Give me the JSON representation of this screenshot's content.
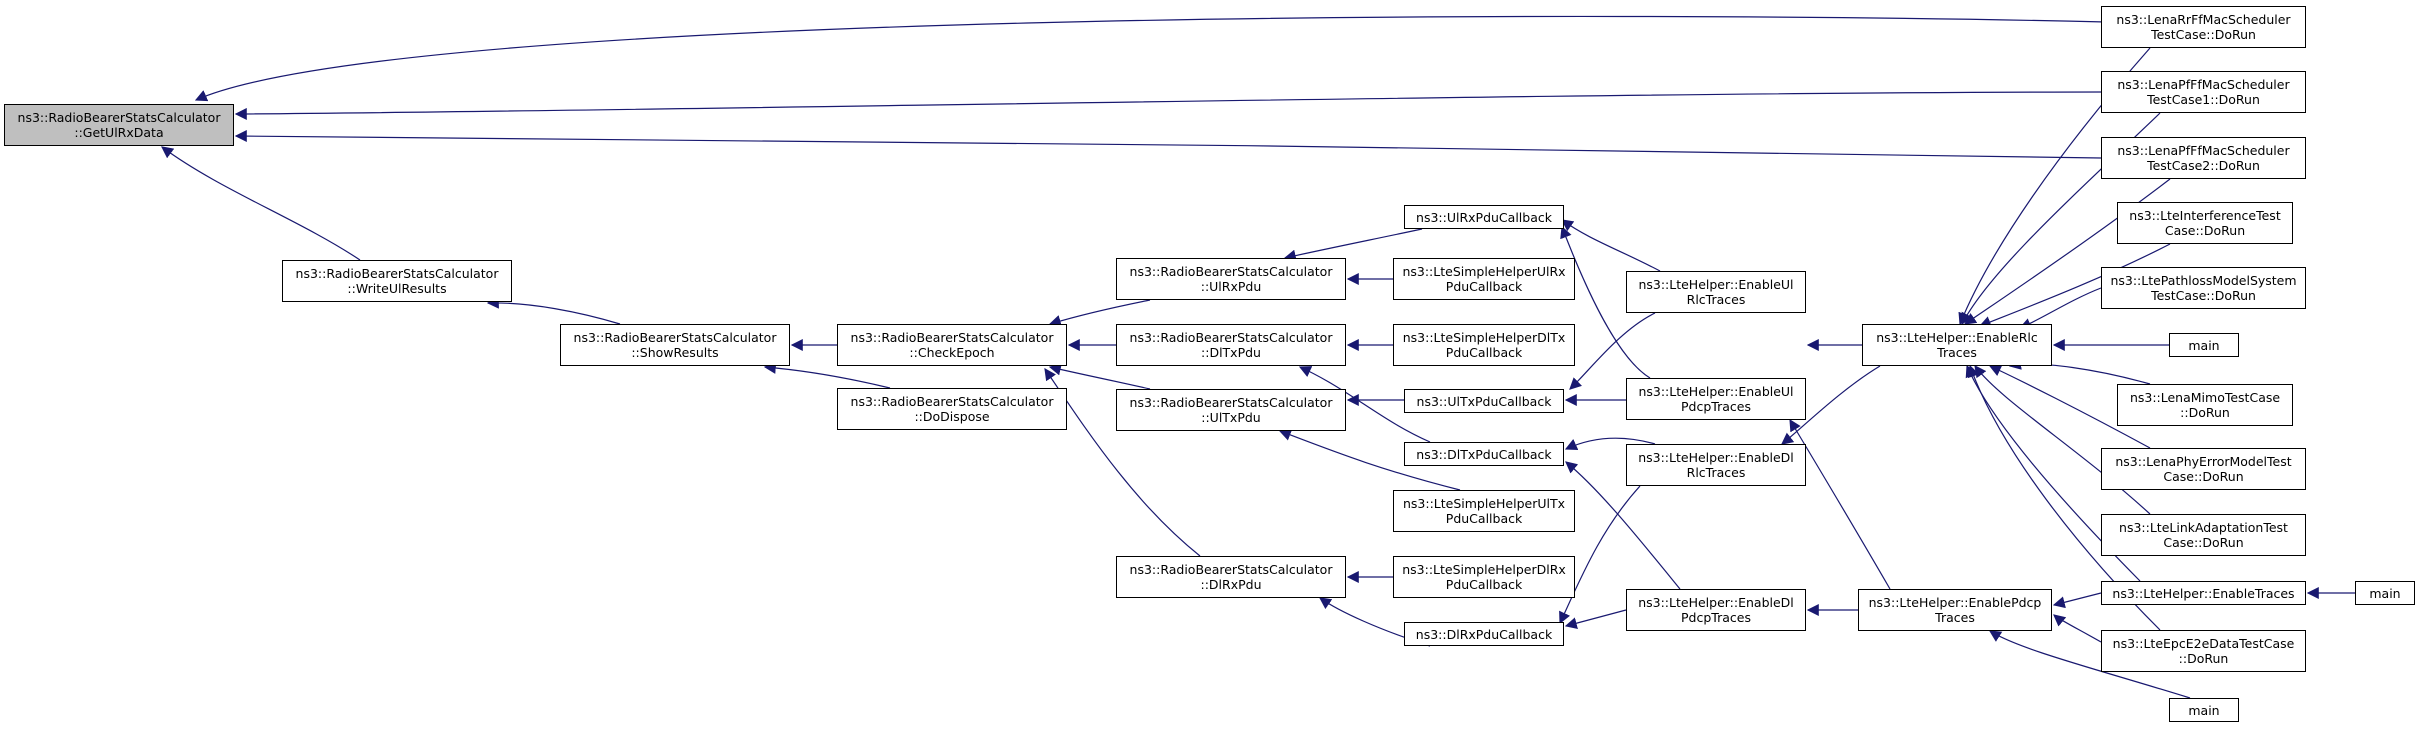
{
  "nodes": {
    "get_ul_rx_data": [
      "ns3::RadioBearerStatsCalculator",
      "::GetUlRxData"
    ],
    "write_ul_results": [
      "ns3::RadioBearerStatsCalculator",
      "::WriteUlResults"
    ],
    "show_results": [
      "ns3::RadioBearerStatsCalculator",
      "::ShowResults"
    ],
    "check_epoch": [
      "ns3::RadioBearerStatsCalculator",
      "::CheckEpoch"
    ],
    "do_dispose": [
      "ns3::RadioBearerStatsCalculator",
      "::DoDispose"
    ],
    "ul_rx_pdu": [
      "ns3::RadioBearerStatsCalculator",
      "::UlRxPdu"
    ],
    "dl_tx_pdu": [
      "ns3::RadioBearerStatsCalculator",
      "::DlTxPdu"
    ],
    "ul_tx_pdu": [
      "ns3::RadioBearerStatsCalculator",
      "::UlTxPdu"
    ],
    "dl_rx_pdu": [
      "ns3::RadioBearerStatsCalculator",
      "::DlRxPdu"
    ],
    "ul_rx_pdu_callback": [
      "ns3::UlRxPduCallback"
    ],
    "simple_ul_rx": [
      "ns3::LteSimpleHelperUlRx",
      "PduCallback"
    ],
    "simple_dl_tx": [
      "ns3::LteSimpleHelperDlTx",
      "PduCallback"
    ],
    "ul_tx_pdu_callback": [
      "ns3::UlTxPduCallback"
    ],
    "dl_tx_pdu_callback": [
      "ns3::DlTxPduCallback"
    ],
    "simple_ul_tx": [
      "ns3::LteSimpleHelperUlTx",
      "PduCallback"
    ],
    "simple_dl_rx": [
      "ns3::LteSimpleHelperDlRx",
      "PduCallback"
    ],
    "dl_rx_pdu_callback": [
      "ns3::DlRxPduCallback"
    ],
    "enable_ul_rlc": [
      "ns3::LteHelper::EnableUl",
      "RlcTraces"
    ],
    "enable_ul_pdcp": [
      "ns3::LteHelper::EnableUl",
      "PdcpTraces"
    ],
    "enable_dl_rlc": [
      "ns3::LteHelper::EnableDl",
      "RlcTraces"
    ],
    "enable_dl_pdcp": [
      "ns3::LteHelper::EnableDl",
      "PdcpTraces"
    ],
    "enable_rlc": [
      "ns3::LteHelper::EnableRlc",
      "Traces"
    ],
    "enable_pdcp": [
      "ns3::LteHelper::EnablePdcp",
      "Traces"
    ],
    "rr_ff": [
      "ns3::LenaRrFfMacScheduler",
      "TestCase::DoRun"
    ],
    "pf_ff1": [
      "ns3::LenaPfFfMacScheduler",
      "TestCase1::DoRun"
    ],
    "pf_ff2": [
      "ns3::LenaPfFfMacScheduler",
      "TestCase2::DoRun"
    ],
    "interference": [
      "ns3::LteInterferenceTest",
      "Case::DoRun"
    ],
    "pathloss": [
      "ns3::LtePathlossModelSystem",
      "TestCase::DoRun"
    ],
    "main_1": [
      "main"
    ],
    "mimo": [
      "ns3::LenaMimoTestCase",
      "::DoRun"
    ],
    "phy_error": [
      "ns3::LenaPhyErrorModelTest",
      "Case::DoRun"
    ],
    "link_adaptation": [
      "ns3::LteLinkAdaptationTest",
      "Case::DoRun"
    ],
    "enable_traces": [
      "ns3::LteHelper::EnableTraces"
    ],
    "main_2": [
      "main"
    ],
    "epc_e2e": [
      "ns3::LteEpcE2eDataTestCase",
      "::DoRun"
    ],
    "main_3": [
      "main"
    ]
  },
  "colors": {
    "edge": "#191970",
    "root_fill": "#bfbfbf",
    "node_fill": "#ffffff",
    "border": "#000000"
  }
}
